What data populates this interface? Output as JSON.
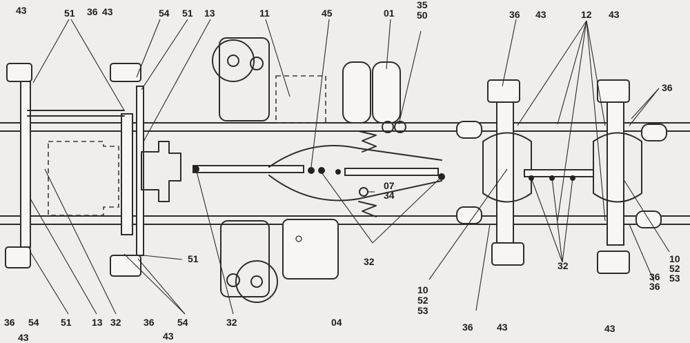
{
  "labels": [
    {
      "id": "l43a",
      "text": "43"
    },
    {
      "id": "l51a",
      "text": "51"
    },
    {
      "id": "l36a",
      "text": "36"
    },
    {
      "id": "l43b",
      "text": "43"
    },
    {
      "id": "l54a",
      "text": "54"
    },
    {
      "id": "l51b",
      "text": "51"
    },
    {
      "id": "l13a",
      "text": "13"
    },
    {
      "id": "l11",
      "text": "11"
    },
    {
      "id": "l45",
      "text": "45"
    },
    {
      "id": "l01",
      "text": "01"
    },
    {
      "id": "l35",
      "text": "35"
    },
    {
      "id": "l50",
      "text": "50"
    },
    {
      "id": "l36b",
      "text": "36"
    },
    {
      "id": "l43c",
      "text": "43"
    },
    {
      "id": "l12",
      "text": "12"
    },
    {
      "id": "l43d",
      "text": "43"
    },
    {
      "id": "l36c",
      "text": "36"
    },
    {
      "id": "l07",
      "text": "07"
    },
    {
      "id": "l34",
      "text": "34"
    },
    {
      "id": "l51c",
      "text": "51"
    },
    {
      "id": "l32a",
      "text": "32"
    },
    {
      "id": "l32b",
      "text": "32"
    },
    {
      "id": "l10a",
      "text": "10"
    },
    {
      "id": "l52a",
      "text": "52"
    },
    {
      "id": "l53a",
      "text": "53"
    },
    {
      "id": "l10b",
      "text": "10"
    },
    {
      "id": "l52b",
      "text": "52"
    },
    {
      "id": "l53b",
      "text": "53"
    },
    {
      "id": "l36d",
      "text": "36"
    },
    {
      "id": "l36e",
      "text": "36"
    },
    {
      "id": "l54b",
      "text": "54"
    },
    {
      "id": "l51d",
      "text": "51"
    },
    {
      "id": "l13b",
      "text": "13"
    },
    {
      "id": "l32c",
      "text": "32"
    },
    {
      "id": "l36f",
      "text": "36"
    },
    {
      "id": "l54c",
      "text": "54"
    },
    {
      "id": "l32d",
      "text": "32"
    },
    {
      "id": "l04",
      "text": "04"
    },
    {
      "id": "l36g",
      "text": "36"
    },
    {
      "id": "l43e",
      "text": "43"
    },
    {
      "id": "l43f",
      "text": "43"
    },
    {
      "id": "l43g",
      "text": "43"
    },
    {
      "id": "l43h",
      "text": "43"
    },
    {
      "id": "l36h",
      "text": "36"
    }
  ]
}
